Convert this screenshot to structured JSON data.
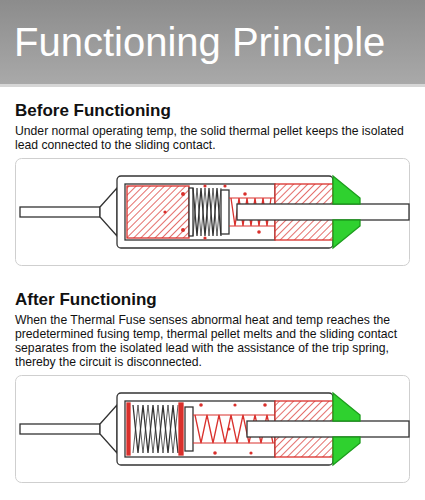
{
  "diagram": {
    "title": "Functioning Principle",
    "labels": [
      "Before Functioning",
      "Under normal operating temp, the solid thermal pellet keeps the isolated lead connected to the sliding contact.",
      "After Functioning",
      "When the Thermal Fuse senses abnormal heat and temp reaches the predetermined fusing temp, thermal pellet melts and the sliding contact separates from the isolated lead with the assistance of the trip spring, thereby the circuit is disconnected."
    ]
  }
}
